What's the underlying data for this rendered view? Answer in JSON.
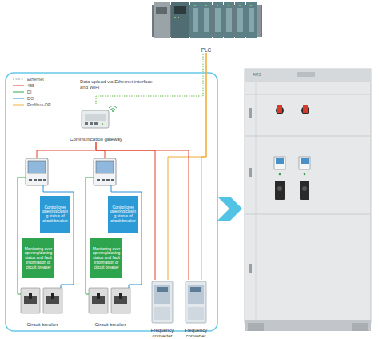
{
  "diagram": {
    "nodes": [
      {
        "text": [
          "PLC"
        ]
      },
      {
        "text": [
          "Communication gateway"
        ]
      },
      {
        "text": [
          "Control over opening/closing status of circuit breaker"
        ]
      },
      {
        "text": [
          "Control over opening/closing status of circuit breaker"
        ]
      },
      {
        "text": [
          "Monitoring over opening/closing status and fault information of circuit breaker"
        ]
      },
      {
        "text": [
          "Monitoring over opening/closing status and fault information of circuit breaker"
        ]
      },
      {
        "text": [
          "Circuit breaker"
        ]
      },
      {
        "text": [
          "Circuit breaker"
        ]
      },
      {
        "text": [
          "Frequency converter"
        ]
      },
      {
        "text": [
          "Frequency converter"
        ]
      },
      {
        "text": [
          "AMS"
        ]
      }
    ],
    "edges": [
      {
        "from": 0,
        "to": 1,
        "arrow": "none"
      },
      {
        "from": 0,
        "to": 8,
        "arrow": "none"
      },
      {
        "from": 0,
        "to": 9,
        "arrow": "none"
      },
      {
        "from": 1,
        "to": 8,
        "arrow": "none"
      },
      {
        "from": 1,
        "to": 9,
        "arrow": "none"
      }
    ],
    "labels": [
      "Data upload via Ethernet interface and WIFI"
    ],
    "legend": [
      {
        "text": "Ethernet"
      },
      {
        "text": "485"
      },
      {
        "text": "DI"
      },
      {
        "text": "DO"
      },
      {
        "text": "Profibus-DP"
      }
    ]
  }
}
